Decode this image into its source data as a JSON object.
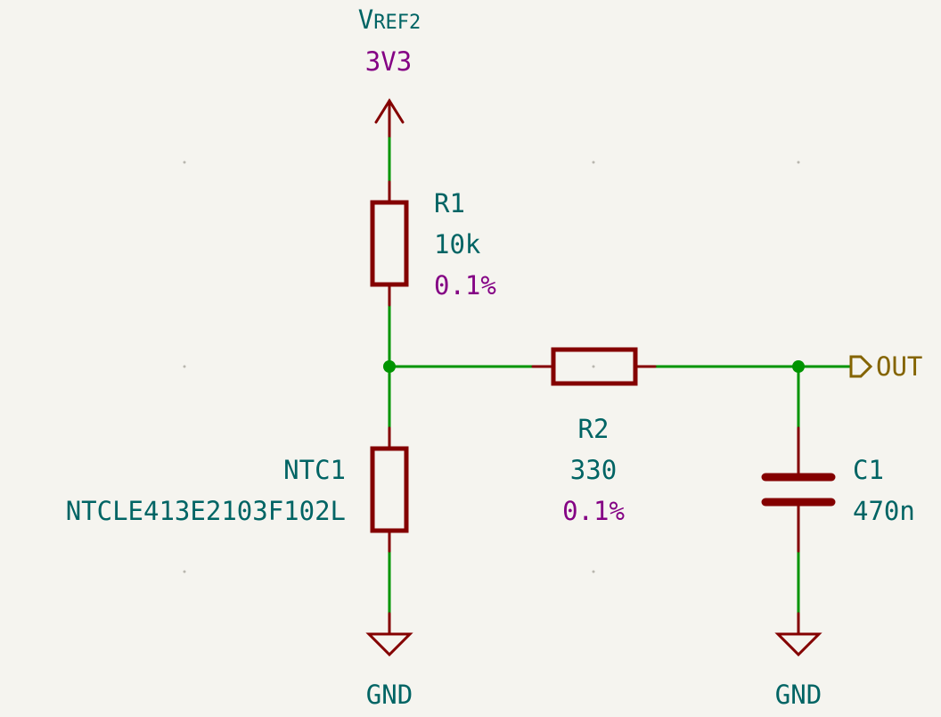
{
  "power": {
    "vref": {
      "name_initial": "V",
      "name_rest": "REF2",
      "value": "3V3"
    },
    "gnd_left": "GND",
    "gnd_right": "GND"
  },
  "components": {
    "r1": {
      "ref": "R1",
      "value": "10k",
      "tolerance": "0.1%"
    },
    "r2": {
      "ref": "R2",
      "value": "330",
      "tolerance": "0.1%"
    },
    "ntc1": {
      "ref": "NTC1",
      "value": "NTCLE413E2103F102L"
    },
    "c1": {
      "ref": "C1",
      "value": "470n"
    }
  },
  "net_labels": {
    "out": "OUT"
  },
  "colors": {
    "background": "#f5f4ef",
    "wire": "#009400",
    "symbol": "#840000",
    "text_reference": "#006464",
    "text_field": "#840084",
    "text_label": "#846400"
  }
}
